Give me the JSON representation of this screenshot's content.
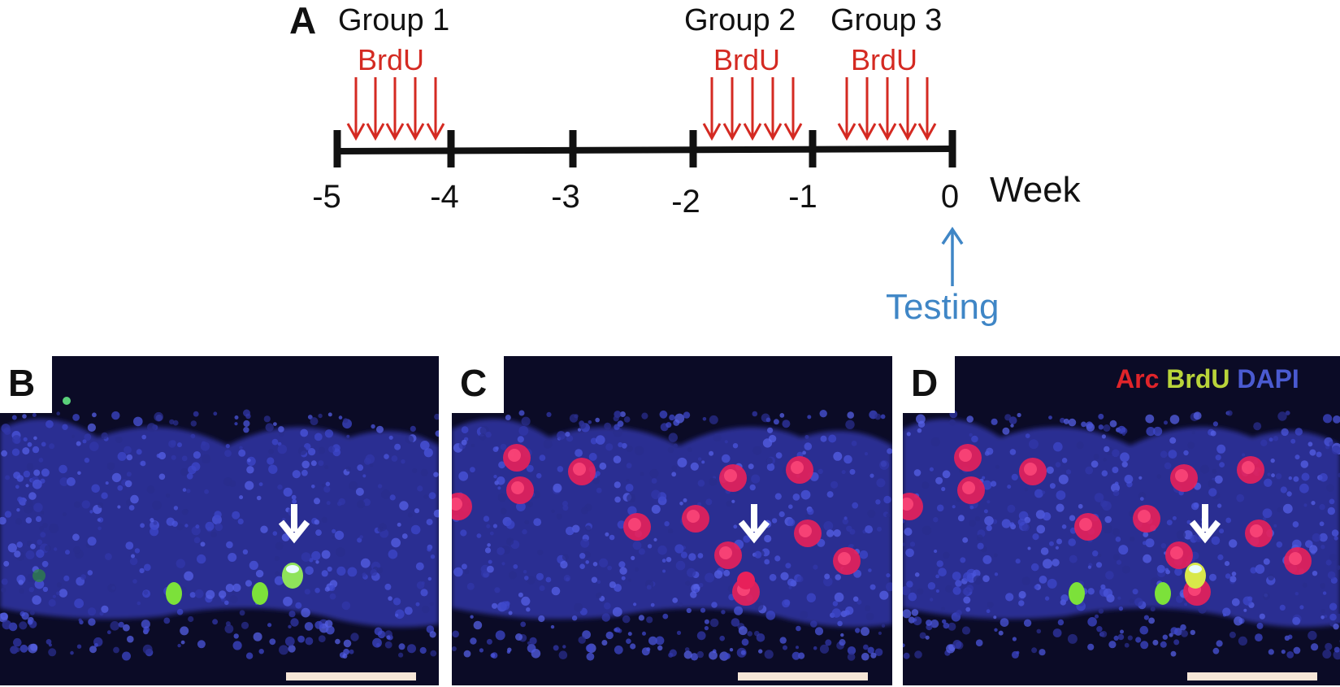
{
  "panel_a": {
    "letter": "A",
    "groups": [
      {
        "label": "Group 1",
        "brdu_label": "BrdU"
      },
      {
        "label": "Group 2",
        "brdu_label": "BrdU"
      },
      {
        "label": "Group 3",
        "brdu_label": "BrdU"
      }
    ],
    "ticks": [
      "-5",
      "-4",
      "-3",
      "-2",
      "-1",
      "0"
    ],
    "axis_unit": "Week",
    "testing_label": "Testing",
    "colors": {
      "brdu": "#d42a22",
      "testing": "#3f86c6",
      "line": "#111111"
    }
  },
  "panels": [
    {
      "letter": "B",
      "channels": "BrdU + DAPI"
    },
    {
      "letter": "C",
      "channels": "Arc + DAPI"
    },
    {
      "letter": "D",
      "channels": "Arc + BrdU + DAPI"
    }
  ],
  "legend": {
    "arc": "Arc",
    "brdu": "BrdU",
    "dapi": "DAPI",
    "colors": {
      "arc": "#e0242a",
      "brdu": "#b9d43a",
      "dapi": "#4a5ad0"
    }
  }
}
